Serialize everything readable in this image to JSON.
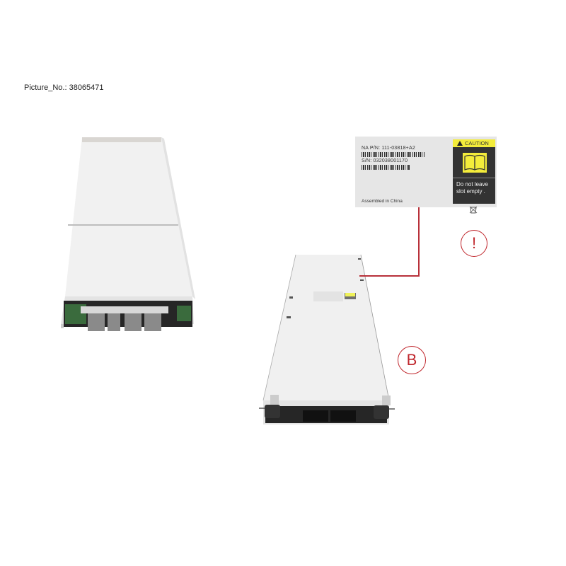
{
  "caption": "Picture_No.: 38065471",
  "label": {
    "part_number": "NA P/N: 111-03818+A2",
    "serial_number": "S/N:  032038001170",
    "assembled": "Assembled in China",
    "caution_title": "CAUTION",
    "caution_text": "Do not leave slot empty .",
    "icons": [
      "warning-triangle-icon",
      "manual-book-icon",
      "recycle-bin-icon"
    ]
  },
  "callouts": {
    "exclamation": "!",
    "view_b": "B"
  },
  "colors": {
    "callout_red": "#c0272d",
    "caution_yellow": "#f3ec3b",
    "caution_dark": "#333333",
    "label_gray": "#e6e6e6"
  }
}
